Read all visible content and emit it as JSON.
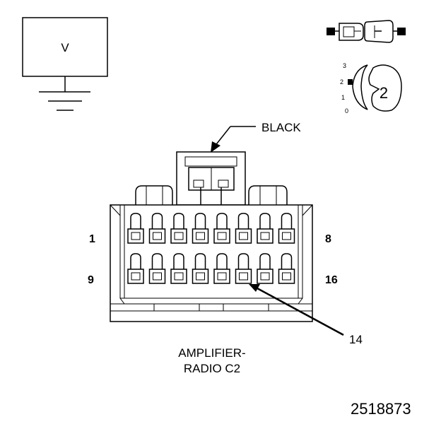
{
  "meter": {
    "label": "V"
  },
  "view_icon": {
    "position_numbers": [
      "3",
      "2",
      "1",
      "0"
    ],
    "position_value": "2"
  },
  "connector": {
    "color_label": "BLACK",
    "name_line1": "AMPLIFIER-",
    "name_line2": "RADIO C2",
    "row_top_start": "1",
    "row_top_end": "8",
    "row_bottom_start": "9",
    "row_bottom_end": "16",
    "callout_pin": "14"
  },
  "figure_number": "2518873"
}
